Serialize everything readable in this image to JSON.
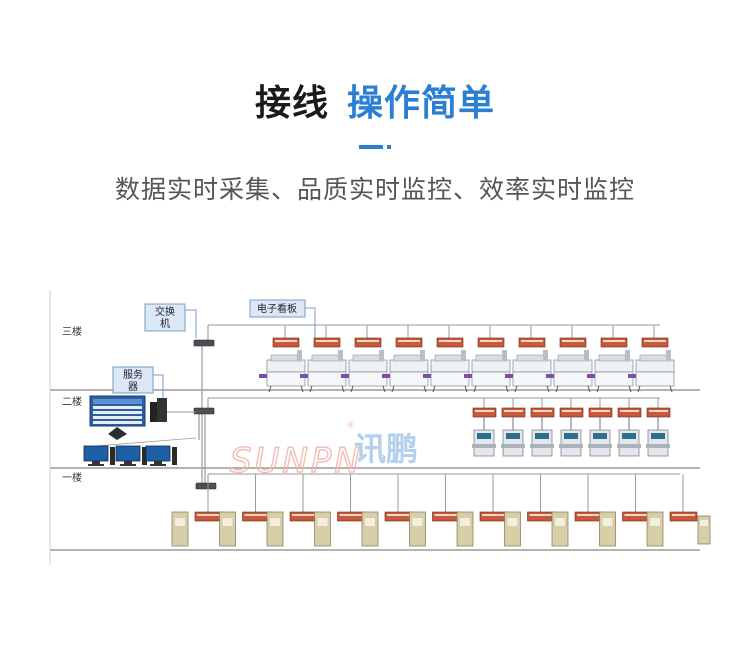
{
  "header": {
    "title_dark": "接线",
    "title_accent": "操作简单",
    "subtitle": "数据实时采集、品质实时监控、效率实时监控"
  },
  "diagram": {
    "floors": [
      "三楼",
      "二楼",
      "一楼"
    ],
    "labels": {
      "switch_line1": "交换",
      "switch_line2": "机",
      "server_line1": "服务",
      "server_line2": "器",
      "board": "电子看板"
    },
    "watermark": {
      "latin": "SUNPN",
      "cjk": "讯鹏",
      "reg": "®"
    }
  },
  "colors": {
    "accent": "#2a7fd4",
    "title": "#1a1a1a",
    "subtitle": "#555555",
    "line": "#9a9a9a",
    "callout_bg": "#dce8f5",
    "callout_border": "#7a9cc4",
    "board": "#c8583a",
    "watermark_latin": "#f0b3a8",
    "watermark_cjk": "#a8c8ea"
  }
}
